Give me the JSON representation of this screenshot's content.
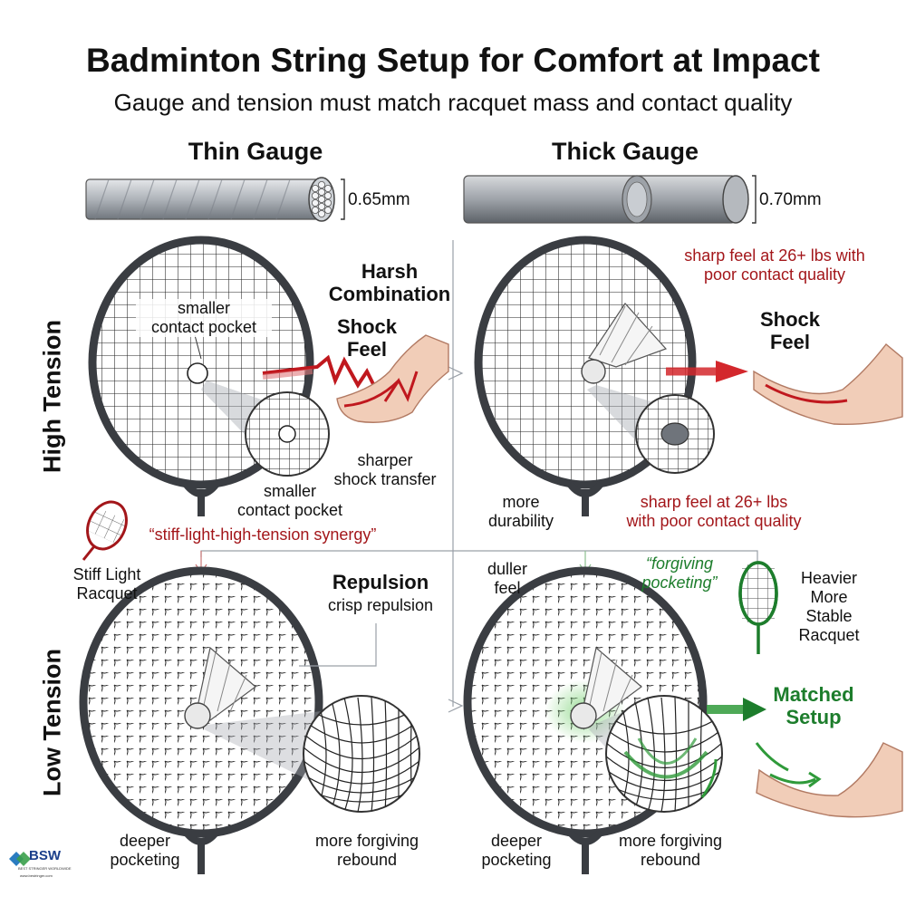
{
  "title": "Badminton String Setup for Comfort at Impact",
  "subtitle": "Gauge and tension must match racquet mass and contact quality",
  "columns": {
    "thin": {
      "heading": "Thin Gauge",
      "diameter": "0.65mm"
    },
    "thick": {
      "heading": "Thick Gauge",
      "diameter": "0.70mm"
    }
  },
  "rows": {
    "high": "High Tension",
    "low": "Low Tension"
  },
  "high_thin": {
    "pocket_top": "smaller\ncontact pocket",
    "harsh": "Harsh\nCombination",
    "shock": "Shock\nFeel",
    "transfer": "sharper\nshock transfer",
    "pocket_bottom": "smaller\ncontact pocket"
  },
  "high_thick": {
    "sharp_top": "sharp feel at 26+ lbs with\npoor contact quality",
    "shock": "Shock\nFeel",
    "durability": "more\ndurability",
    "sharp_bottom": "sharp feel at 26+ lbs\nwith poor contact quality"
  },
  "synergy": "“stiff-light-high-tension synergy”",
  "stiff_racquet": "Stiff Light\nRacquet",
  "low_thin": {
    "repulsion": "Repulsion",
    "crisp": "crisp repulsion",
    "deeper": "deeper\npocketing",
    "rebound": "more forgiving\nrebound"
  },
  "low_thick": {
    "duller": "duller\nfeel",
    "forgiving": "“forgiving\npocketing”",
    "heavier": "Heavier\nMore\nStable\nRacquet",
    "matched": "Matched\nSetup",
    "deeper": "deeper\npocketing",
    "rebound": "more forgiving\nrebound"
  },
  "logo": {
    "mark": "BSW",
    "tagline": "BEST STRINGER WORLDWIDE",
    "url": "www.bestringer.com"
  },
  "colors": {
    "red": "#a3161a",
    "green": "#1d7d2c",
    "frame": "#3a3d42",
    "string": "#222222"
  }
}
